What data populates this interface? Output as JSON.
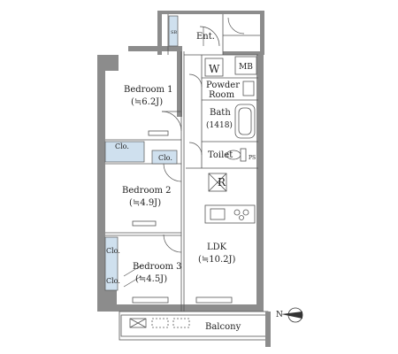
{
  "rooms": {
    "entrance": "Ent.",
    "w": "W",
    "mb": "MB",
    "powder": "Powder",
    "powder2": "Room",
    "bath": "Bath",
    "bath_size": "(1418)",
    "toilet": "Toilet",
    "ps": "PS",
    "r": "R",
    "bedroom1": "Bedroom 1",
    "bedroom1_size": "(≒6.2J)",
    "bedroom2": "Bedroom 2",
    "bedroom2_size": "(≒4.9J)",
    "bedroom3": "Bedroom 3",
    "bedroom3_size": "(≒4.5J)",
    "ldk": "LDK",
    "ldk_size": "(≒10.2J)",
    "balcony": "Balcony",
    "clo": "Clo.",
    "sb": "SB"
  },
  "compass": "N",
  "colors": {
    "wall": "#8c8c8c",
    "closet": "#cfe0ee",
    "line": "#555555"
  }
}
